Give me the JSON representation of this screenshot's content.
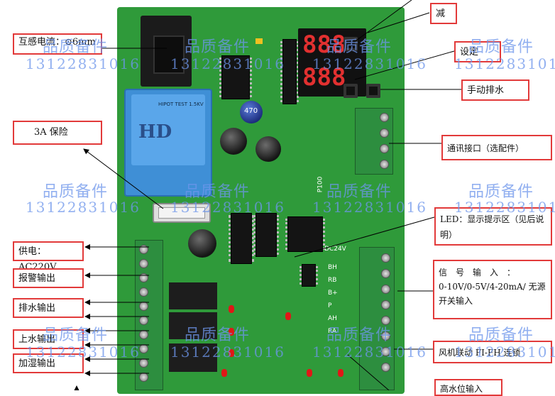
{
  "callouts": {
    "ct_current": "互感电流：⊙6mm",
    "fuse_3a": "3A 保险",
    "power_supply": "供电：AC220V",
    "alarm_output": "报警输出",
    "drain_output": "排水输出",
    "fill_output": "上水输出",
    "humidify_output": "加湿输出",
    "decrease": "减",
    "setting": "设定",
    "manual_drain": "手动排水",
    "comm_port": "通讯接口（选配件）",
    "led_area": "LED：显示提示区（见后说明）",
    "signal_input_1": "信　号　输　入　：",
    "signal_input_2": "0-10V/0-5V/4-20mA/  无源开关输入",
    "fan_interlock": "风机联动 FI-FH 连锁",
    "high_level": "高水位输入"
  },
  "watermark": {
    "brand": "品质备件",
    "phone": "13122831016"
  },
  "board": {
    "display_digits": "888",
    "transformer_text": "HIPOT TEST 1.5KV",
    "cap_label": "470",
    "terminal_label": "DC24V",
    "model_label": "P100",
    "pin_labels": [
      "BH",
      "RB",
      "B+",
      "P",
      "AH",
      "RA"
    ]
  },
  "colors": {
    "board": "#2f9a3a",
    "callout_border": "#e23a3a",
    "led": "#e01717",
    "display_digit": "#e23030"
  }
}
